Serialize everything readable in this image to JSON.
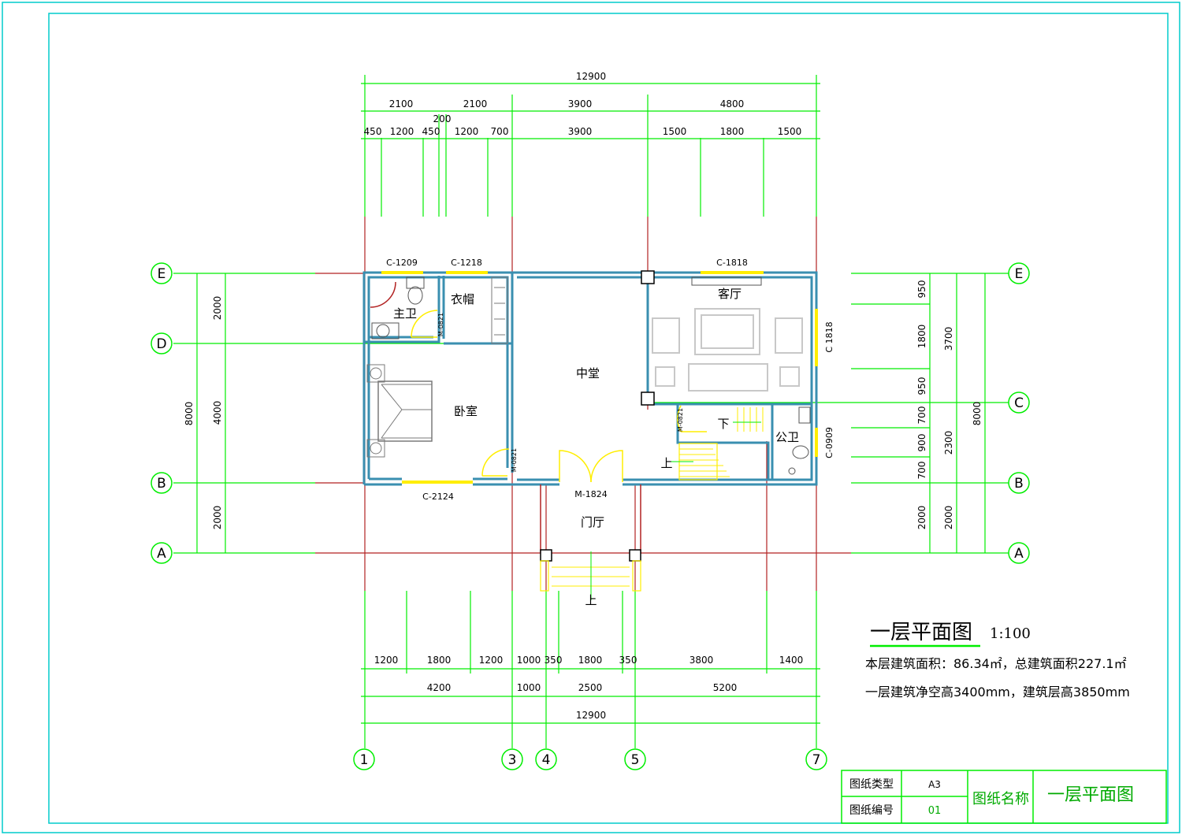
{
  "title": {
    "main": "一层平面图",
    "scale": "1:100",
    "area_line": "本层建筑面积：86.34㎡，总建筑面积227.1㎡",
    "height_line": "一层建筑净空高3400mm，建筑层高3850mm"
  },
  "axes": {
    "rows": [
      "E",
      "D",
      "C",
      "B",
      "A"
    ],
    "cols": [
      "1",
      "3",
      "4",
      "5",
      "7"
    ]
  },
  "top_dims": {
    "total": "12900",
    "level2": [
      "2100",
      "2100",
      "3900",
      "4800"
    ],
    "level3": [
      "450",
      "1200",
      "450",
      "200",
      "1200",
      "700",
      "3900",
      "1500",
      "1800",
      "1500"
    ]
  },
  "bottom_dims": {
    "level1": [
      "1200",
      "1800",
      "1200",
      "1000",
      "350",
      "1800",
      "350",
      "3800",
      "1400"
    ],
    "level2": [
      "4200",
      "1000",
      "2500",
      "5200"
    ],
    "total": "12900"
  },
  "left_dims": {
    "outer": "8000",
    "inner": [
      "2000",
      "4000",
      "2000"
    ]
  },
  "right_dims": {
    "inner": [
      "950",
      "1800",
      "950",
      "700",
      "900",
      "700",
      "2000"
    ],
    "middle": [
      "3700",
      "2300",
      "2000"
    ],
    "outer": "8000"
  },
  "rooms": {
    "master_bath": "主卫",
    "closet": "衣帽",
    "bedroom": "卧室",
    "hall": "中堂",
    "living": "客厅",
    "public_bath": "公卫",
    "foyer": "门厅",
    "stair_down": "下",
    "stair_up": "上",
    "entry_up": "上"
  },
  "openings": {
    "c1209": "C-1209",
    "c1218": "C-1218",
    "c1818": "C-1818",
    "c1818v": "C 1818",
    "c0909": "C-0909",
    "c2124": "C-2124",
    "m1824": "M-1824",
    "m0821a": "M-0821",
    "m0821b": "M-0821",
    "m0821c": "M-0821"
  },
  "titleblock": {
    "type_label": "图纸类型",
    "type_value": "A3",
    "no_label": "图纸编号",
    "no_value": "01",
    "name_label": "图纸名称",
    "name_value": "一层平面图"
  },
  "colors": {
    "grid": "#00ee00",
    "wall": "#3a8fb0",
    "window": "#ffee00",
    "axis_extension": "#b22222",
    "frame": "#00cccc"
  }
}
